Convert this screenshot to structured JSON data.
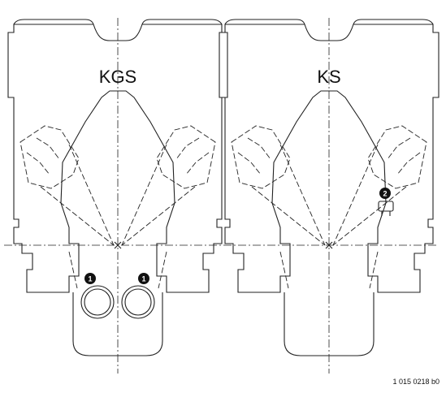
{
  "figure": {
    "left_label": "KGS",
    "right_label": "KS",
    "callouts": [
      "1",
      "1",
      "2"
    ],
    "document_number": "1 015 0218 b0"
  }
}
